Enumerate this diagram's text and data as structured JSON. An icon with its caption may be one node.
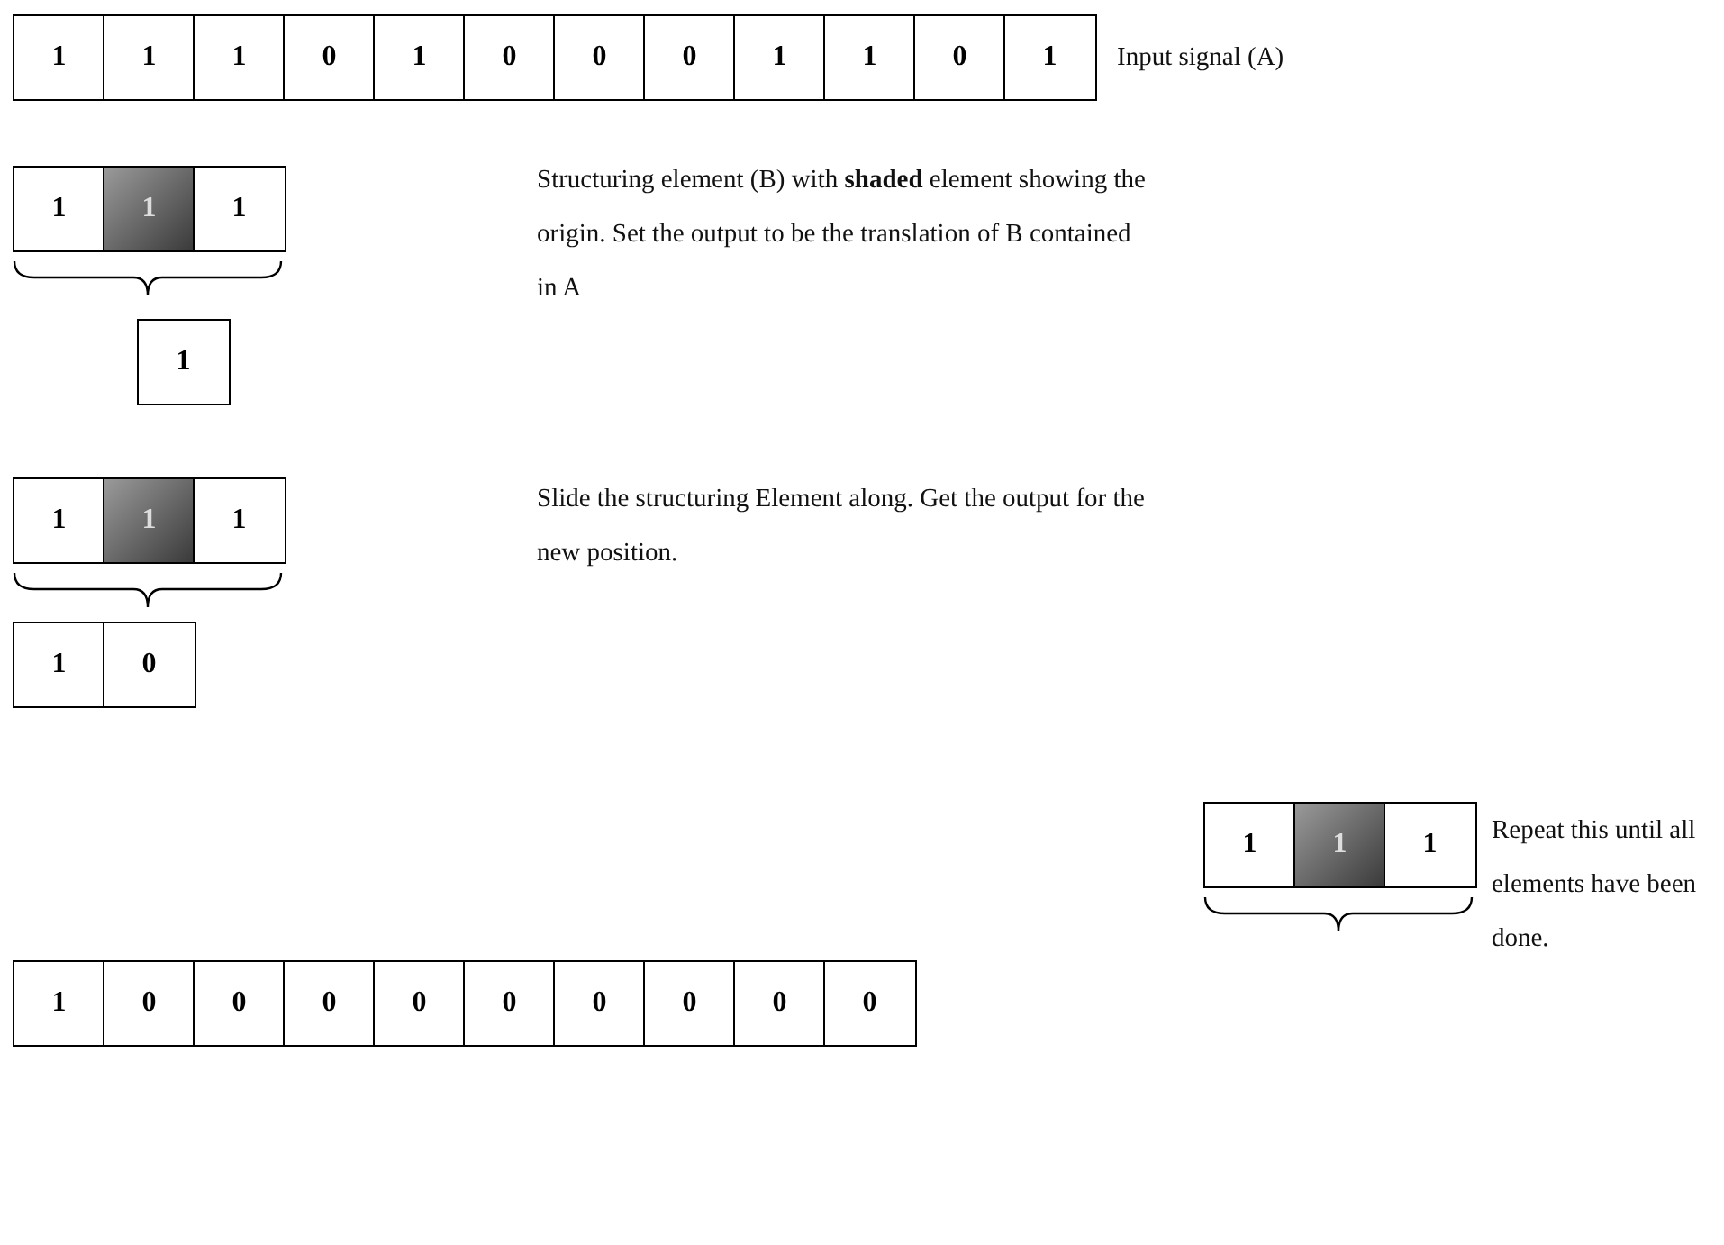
{
  "diagram": {
    "labels": [
      "1",
      "1",
      "1",
      "0",
      "1",
      "0",
      "0",
      "0",
      "1",
      "1",
      "0",
      "1",
      "Input signal (A)",
      "1",
      "1",
      "1",
      "Structuring element (B) with **shaded** element showing the origin. Set the output to be the translation of B contained in A",
      "1",
      "1",
      "1",
      "1",
      "Slide the structuring Element along. Get the output for the new position.",
      "1",
      "0",
      "1",
      "1",
      "1",
      "Repeat this until all elements have been done.",
      "1",
      "0",
      "0",
      "0",
      "0",
      "0",
      "0",
      "0",
      "0",
      "0"
    ]
  }
}
